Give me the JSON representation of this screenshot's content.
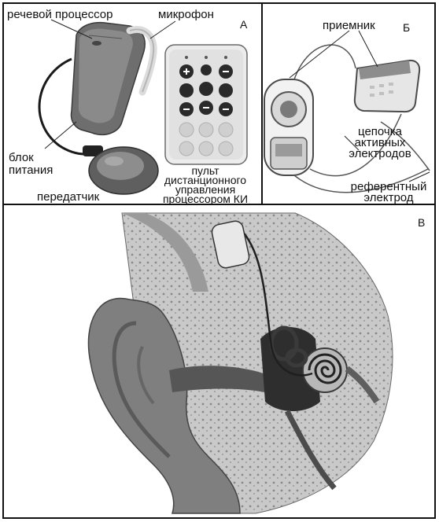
{
  "panels": {
    "a": {
      "letter": "А",
      "labels": {
        "speech_processor": "речевой процессор",
        "microphone": "микрофон",
        "power_unit_l1": "блок",
        "power_unit_l2": "питания",
        "transmitter": "передатчик",
        "remote_l1": "пульт",
        "remote_l2": "дистанционного",
        "remote_l3": "управления",
        "remote_l4": "процессором КИ"
      }
    },
    "b": {
      "letter": "Б",
      "labels": {
        "receiver": "приемник",
        "active_chain_l1": "цепочка",
        "active_chain_l2": "активных",
        "active_chain_l3": "электродов",
        "reference_l1": "референтный",
        "reference_l2": "электрод"
      }
    },
    "c": {
      "letter": "В"
    }
  }
}
